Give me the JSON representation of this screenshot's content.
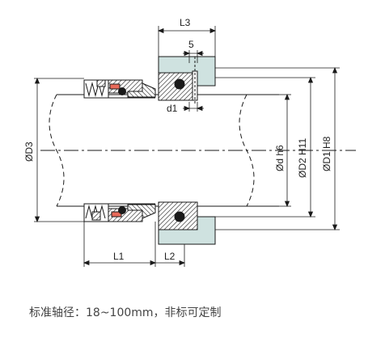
{
  "labels": {
    "L3": "L3",
    "five": "5",
    "d1": "d1",
    "D3": "ØD3",
    "d_h6": "Ød h6",
    "D2_H11": "ØD2 H11",
    "D1_H8": "ØD1 H8",
    "L1": "L1",
    "L2": "L2"
  },
  "caption": "标准轴径：18~100mm，非标可定制",
  "colors": {
    "line": "#1a1a1a",
    "gland_fill": "#cfe2e0",
    "hatch": "#1a1a1a",
    "spring_fill": "#e86a5a",
    "caption": "#444444"
  }
}
